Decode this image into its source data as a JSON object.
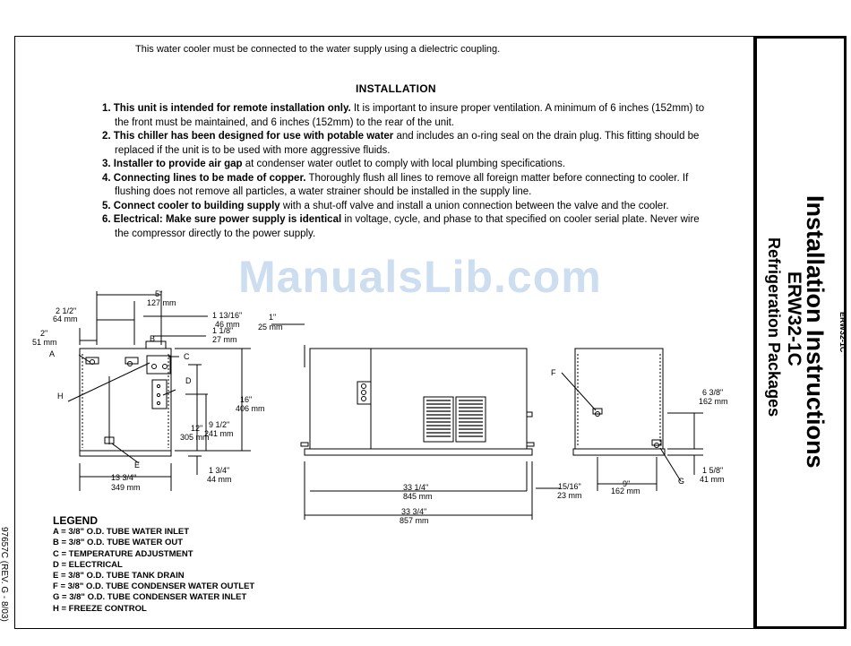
{
  "intro": "This water cooler must be connected to the water supply using a dielectric coupling.",
  "installation_heading": "INSTALLATION",
  "steps": [
    {
      "bold": "1. This unit is intended for remote installation only.",
      "text": " It is important to insure proper ventilation. A minimum of 6 inches (152mm) to the front must be maintained, and 6 inches (152mm) to the rear of the unit."
    },
    {
      "bold": "2. This chiller has been designed for use with potable water",
      "text": " and includes an o-ring seal on the drain plug. This fitting should be replaced if the unit is to be used with more aggressive fluids."
    },
    {
      "bold": "3. Installer to provide air gap",
      "text": " at condenser water outlet to comply with local plumbing specifications."
    },
    {
      "bold": "4. Connecting lines to be made of copper.",
      "text": " Thoroughly flush all lines to remove all foreign matter before connecting to cooler. If flushing does not remove all particles, a water strainer should be installed in the supply line."
    },
    {
      "bold": "5. Connect cooler to building supply",
      "text": " with a shut-off valve and install a union connection between the valve and the cooler."
    },
    {
      "bold": "6. Electrical:  Make sure power supply is identical",
      "text": " in voltage, cycle, and phase to that specified on cooler serial plate. Never wire the compressor directly to the power supply."
    }
  ],
  "watermark": "ManualsLib.com",
  "sidebar": {
    "title": "Installation Instructions",
    "model": "ERW32-1C",
    "subtitle": "Refrigeration Packages",
    "code": "ERW32-1C"
  },
  "revision": "97657C (REV. G - 8/03)",
  "legend": {
    "heading": "LEGEND",
    "items": [
      "A  =  3/8\" O.D. TUBE WATER INLET",
      "B  =  3/8\" O.D. TUBE WATER OUT",
      "C  =  TEMPERATURE ADJUSTMENT",
      "D  =  ELECTRICAL",
      "E  =  3/8\" O.D. TUBE TANK DRAIN",
      "F  =  3/8\" O.D. TUBE CONDENSER WATER OUTLET",
      "G  =  3/8\" O.D. TUBE CONDENSER WATER INLET",
      "H  =  FREEZE CONTROL"
    ]
  },
  "dimensions": {
    "d1": "5\"",
    "d1m": "127 mm",
    "d2": "2 1/2\"",
    "d2m": "64 mm",
    "d3": "2\"",
    "d3m": "51 mm",
    "d4": "1 13/16\"",
    "d4m": "46 mm",
    "d5": "1 1/8\"",
    "d5m": "27 mm",
    "d6": "12\"",
    "d6m": "305 mm",
    "d7": "9 1/2\"",
    "d7m": "241 mm",
    "d8": "16\"",
    "d8m": "406 mm",
    "d9": "1 3/4\"",
    "d9m": "44 mm",
    "d10": "13 3/4\"",
    "d10m": "349 mm",
    "d11": "1\"",
    "d11m": "25 mm",
    "d12": "33 1/4\"",
    "d12m": "845 mm",
    "d13": "33 3/4\"",
    "d13m": "857 mm",
    "d14": "15/16\"",
    "d14m": "23 mm",
    "d15": "6 3/8\"",
    "d15m": "162 mm",
    "d16": "9\"",
    "d16m": "162 mm",
    "d17": "1 5/8\"",
    "d17m": "41 mm"
  },
  "callouts": {
    "a": "A",
    "b": "B",
    "c": "C",
    "d": "D",
    "e": "E",
    "f": "F",
    "g": "G",
    "h": "H"
  }
}
